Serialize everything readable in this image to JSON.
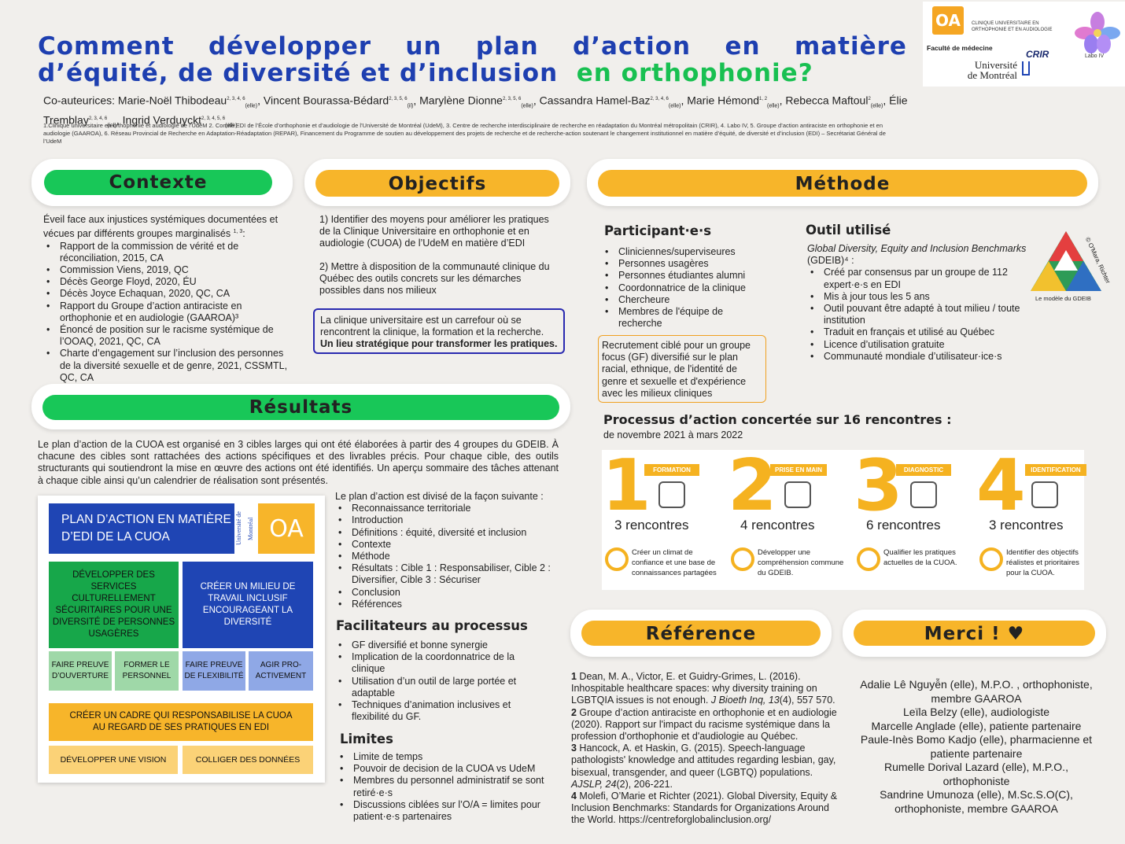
{
  "title": {
    "line1_words": [
      "Comment",
      "développer",
      "un",
      "plan",
      "d’action",
      "en",
      "matière"
    ],
    "line2": "d’équité, de diversité et d’inclusion",
    "line2_green": "en orthophonie?"
  },
  "authors": {
    "line1": "Co-auteurices: Marie-Noël Thibodeau",
    "a1sup": "2, 3, 4, 6",
    "a1sub": "(elle)",
    "a2": ", Vincent Bourassa-Bédard",
    "a2sup": "2, 3, 5, 6",
    "a2sub": "(il)",
    "a3": ", Marylène Dionne",
    "a3sup": "2, 3, 5, 6",
    "a3sub": "(elle)",
    "a4": ", Cassandra Hamel-Baz",
    "a4sup": "2, 3, 4, 6",
    "a4sub": "(elle)",
    "a5": ", Marie Hémond",
    "a5sup": "1, 2",
    "a5sub": "(elle)",
    "a6": ", Rebecca Maftoul",
    "a6sup": "2",
    "a6sub": "(elle)",
    "a7": ", Élie Tremblay",
    "a7sup": "2, 3, 4, 6",
    "a7sub": "(iel)",
    "a8": ", Ingrid Verduyckt",
    "a8sup": "2, 3, 4, 5, 6",
    "a8sub": "(elle)"
  },
  "affiliations": "1.Clinique universitaire en orthophonie et audiologie de l’UdeM 2. Comité EDI de l’École d’orthophonie et d’audiologie de l’Université de Montréal (UdeM), 3. Centre de recherche interdisciplinaire de recherche en réadaptation du Montréal métropolitain (CRIR), 4. Labo IV, 5. Groupe d’action antiraciste en orthophonie et en audiologie (GAAROA), 6. Réseau Provincial de Recherche en Adaptation-Réadaptation (REPAR), Financement du Programme de soutien au développement des projets de recherche et de recherche-action soutenant le changement institutionnel en matière d’équité, de diversité et d’inclusion (EDI) – Secrétariat Général de l’UdeM",
  "logos": {
    "clinique": "CLINIQUE UNIVERSITAIRE EN ORTHOPHONIE ET EN AUDIOLOGIE",
    "fac": "Faculté de médecine",
    "udem1": "Université",
    "udem2": "de Montréal",
    "crir": "CRIR",
    "labo": "Labo IV"
  },
  "contexte": {
    "title": "Contexte",
    "intro": "Éveil face aux injustices systémiques documentées et vécues par différents groupes marginalisés",
    "intro_sup": "1, 3",
    "items": [
      "Rapport de la commission de vérité et de réconciliation, 2015, CA",
      "Commission Viens, 2019, QC",
      "Décès George Floyd, 2020, ÉU",
      "Décès Joyce Echaquan, 2020, QC, CA",
      "Rapport du Groupe d’action antiraciste en orthophonie et en audiologie (GAAROA)³",
      "Énoncé de position sur le racisme systémique de l’OOAQ, 2021, QC, CA",
      "Charte d’engagement sur l’inclusion des personnes de la diversité sexuelle et de genre, 2021, CSSMTL, QC, CA"
    ]
  },
  "objectifs": {
    "title": "Objectifs",
    "p1": "1) Identifier des moyens pour améliorer les pratiques de la Clinique Universitaire en orthophonie et en audiologie (CUOA) de l’UdeM en matière d’EDI",
    "p2": "2) Mettre à disposition de la communauté clinique du Québec des outils concrets sur les démarches possibles dans nos milieux",
    "box": "La clinique universitaire est un carrefour où se rencontrent la clinique, la formation et la recherche.",
    "box_bold": "Un lieu stratégique pour transformer les pratiques."
  },
  "methode": {
    "title": "Méthode",
    "participants_title": "Participant·e·s",
    "participants": [
      "Cliniciennes/superviseures",
      "Personnes usagères",
      "Personnes étudiantes alumni",
      "Coordonnatrice de la clinique",
      "Chercheure",
      "Membres de l'équipe de recherche"
    ],
    "recrutement": "Recrutement ciblé pour un  groupe focus (GF) diversifié sur le plan racial, ethnique, de  l'identité de genre et sexuelle et d'expérience avec les milieux cliniques",
    "outil_title": "Outil utilisé",
    "outil_intro": "Global Diversity, Equity and Inclusion  Benchmarks",
    "outil_intro2": "(GDEIB)⁴ :",
    "outil_items": [
      "Créé par consensus par un groupe de 112 expert·e·s en EDI",
      "Mis à jour tous les 5 ans",
      "Outil pouvant être adapté à tout milieu / toute institution",
      "Traduit en français et utilisé au Québec",
      "Licence d’utilisation gratuite",
      "Communauté mondiale d’utilisateur·ice·s"
    ],
    "gdeib_caption": "Le modèle du GDEIB",
    "gdeib_copy": "© O'Mara, Richter",
    "processus_title": "Processus d’action concertée sur 16 rencontres :",
    "processus_sub": "de novembre 2021 à mars 2022",
    "steps": [
      {
        "num": "1",
        "tag": "FORMATION",
        "ren": "3 rencontres",
        "desc": "Créer un climat de confiance et une base de connaissances partagées"
      },
      {
        "num": "2",
        "tag": "PRISE EN MAIN",
        "ren": "4 rencontres",
        "desc": "Développer une compréhension commune du GDEIB."
      },
      {
        "num": "3",
        "tag": "DIAGNOSTIC",
        "ren": "6 rencontres",
        "desc": "Qualifier les pratiques actuelles de la CUOA."
      },
      {
        "num": "4",
        "tag": "IDENTIFICATION",
        "ren": "3 rencontres",
        "desc": "Identifier des objectifs réalistes et prioritaires pour la CUOA."
      }
    ]
  },
  "resultats": {
    "title": "Résultats",
    "intro": "Le plan d’action de la CUOA est organisé en 3 cibles larges qui ont été élaborées à partir des 4 groupes du GDEIB. À chacune des cibles sont rattachées des actions spécifiques et des livrables précis. Pour chaque cible, des outils structurants qui soutiendront la mise en œuvre des actions ont été identifiés. Un aperçu sommaire des tâches attenant à chaque cible ainsi qu’un calendrier de réalisation sont présentés.",
    "plan": {
      "header": "PLAN D’ACTION EN MATIÈRE D’EDI DE LA CUOA",
      "udem": "Université de Montréal",
      "green_main": "DÉVELOPPER DES SERVICES CULTURELLEMENT SÉCURITAIRES POUR UNE DIVERSITÉ DE PERSONNES USAGÈRES",
      "blue_main": "CRÉER UN MILIEU DE TRAVAIL INCLUSIF ENCOURAGEANT LA DIVERSITÉ",
      "g1": "FAIRE PREUVE D’OUVERTURE",
      "g2": "FORMER LE PERSONNEL",
      "b1": "FAIRE PREUVE DE FLEXIBILITÉ",
      "b2": "AGIR PRO-ACTIVEMENT",
      "orange_main": "CRÉER UN CADRE QUI RESPONSABILISE LA CUOA AU REGARD DE SES PRATIQUES EN EDI",
      "o1": "DÉVELOPPER UNE VISION",
      "o2": "COLLIGER DES DONNÉES"
    },
    "division_title": "Le plan d’action est divisé de la façon suivante :",
    "division": [
      "Reconnaissance territoriale",
      "Introduction",
      "Définitions : équité, diversité et inclusion",
      "Contexte",
      "Méthode",
      "Résultats : Cible 1 : Responsabiliser, Cible 2 : Diversifier, Cible 3 : Sécuriser",
      "Conclusion",
      "Références"
    ],
    "facilitateurs_title": "Facilitateurs au processus",
    "facilitateurs": [
      "GF diversifié et bonne synergie",
      "Implication de la coordonnatrice de la clinique",
      "Utilisation d’un outil de large portée et adaptable",
      "Techniques d’animation inclusives et flexibilité du GF."
    ],
    "limites_title": "Limites",
    "limites": [
      "Limite de temps",
      "Pouvoir de decision de la CUOA vs UdeM",
      "Membres du personnel administratif se sont retiré·e·s",
      "Discussions ciblées sur l’O/A = limites pour patient·e·s partenaires"
    ]
  },
  "reference": {
    "title": "Référence",
    "refs": [
      {
        "n": "1",
        "pre": " Dean, M. A., Victor, E. et Guidry-Grimes, L. (2016). Inhospitable healthcare spaces: why diversity training on LGBTQIA issues is not  enough. ",
        "it": "J Bioeth Inq, 13",
        "post": "(4), 557 570."
      },
      {
        "n": "2",
        "pre": " Groupe d’action antiraciste en orthophonie et en audiologie (2020). Rapport sur l'impact du racisme systémique dans la profession d'orthophonie et d'audiologie au Québec.",
        "it": "",
        "post": ""
      },
      {
        "n": "3",
        "pre": " Hancock, A. et Haskin, G. (2015). Speech-language pathologists' knowledge and attitudes regarding lesbian, gay, bisexual,  transgender, and queer (LGBTQ) populations. ",
        "it": "AJSLP, 24",
        "post": "(2), 206-221."
      },
      {
        "n": "4",
        "pre": " Molefi, O’Marie et Richter (2021). Global Diversity, Equity & Inclusion Benchmarks: Standards for Organizations Around the World. https://centreforglobalinclusion.org/",
        "it": "",
        "post": ""
      }
    ]
  },
  "merci": {
    "title": "Merci ! ♥",
    "names": [
      "Adalie Lê Nguyễn (elle), M.P.O. , orthophoniste, membre GAAROA",
      "Leïla Belzy (elle), audiologiste",
      "Marcelle Anglade (elle), patiente partenaire",
      "Paule-Inès Bomo Kadjo (elle), pharmacienne et patiente partenaire",
      "Rumelle Dorival Lazard (elle), M.P.O., orthophoniste",
      "Sandrine Umunoza (elle), M.Sc.S.O(C), orthophoniste, membre GAAROA"
    ]
  },
  "colors": {
    "title_blue": "#1e3fb0",
    "green": "#18c758",
    "orange": "#f7b52a",
    "plan_blue": "#1f45b4",
    "plan_green": "#17a74a",
    "plan_light_green": "#9fd8a8",
    "plan_light_blue": "#8fa8e6",
    "plan_orange": "#f7b52a",
    "plan_light_orange": "#fbd277"
  }
}
